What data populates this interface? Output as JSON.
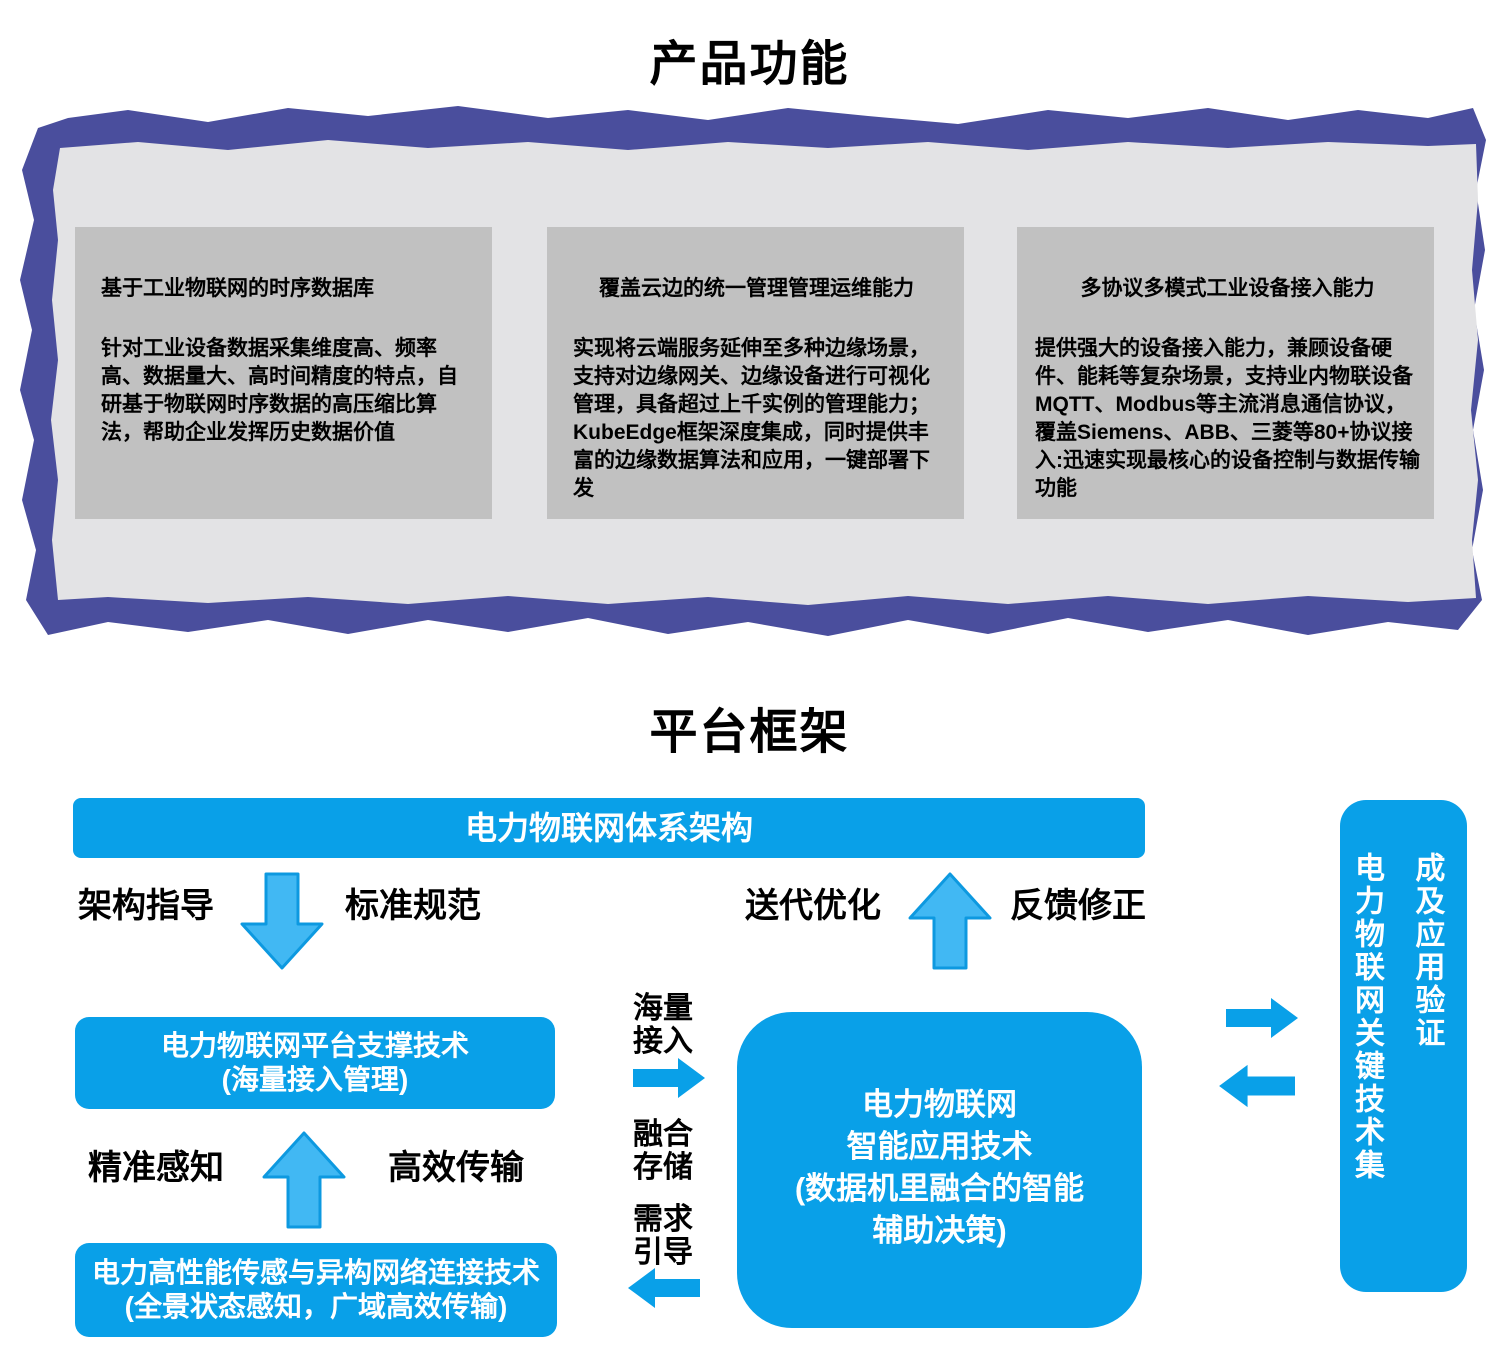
{
  "product": {
    "title": "产品功能",
    "frame_color": "#4a4e9d",
    "inner_bg": "#e3e3e5",
    "card_bg": "#c1c1c1",
    "cards": [
      {
        "heading": "基于工业物联网的时序数据库",
        "body": "针对工业设备数据采集维度高、频率高、数据量大、高时间精度的特点，自研基于物联网时序数据的高压缩比算法，帮助企业发挥历史数据价值"
      },
      {
        "heading": "覆盖云边的统一管理管理运维能力",
        "body": "实现将云端服务延伸至多种边缘场景，支持对边缘网关、边缘设备进行可视化管理，具备超过上千实例的管理能力；KubeEdge框架深度集成，同时提供丰富的边缘数据算法和应用，一键部署下发"
      },
      {
        "heading": "多协议多模式工业设备接入能力",
        "body": "提供强大的设备接入能力，兼顾设备硬件、能耗等复杂场景，支持业内物联设备MQTT、Modbus等主流消息通信协议，覆盖Siemens、ABB、三菱等80+协议接入:迅速实现最核心的设备控制与数据传输功能"
      }
    ]
  },
  "platform": {
    "title": "平台框架",
    "accent_color": "#09a0e8",
    "arrow_fill": "#41b8f3",
    "arrow_stroke": "#0d99e0",
    "top_bar": "电力物联网体系架构",
    "flow_labels": {
      "arch_guide": "架构指导",
      "standard_spec": "标准规范",
      "iterative_opt": "送代优化",
      "feedback_fix": "反馈修正",
      "precise_sense": "精准感知",
      "efficient_trans": "高效传输"
    },
    "mid_labels": {
      "massive": [
        "海量",
        "接入"
      ],
      "fusion": [
        "融合",
        "存储"
      ],
      "demand": [
        "需求",
        "引导"
      ]
    },
    "support_box": [
      "电力物联网平台支撑技术",
      "(海量接入管理)"
    ],
    "sensing_box": [
      "电力高性能传感与异构网络连接技术",
      "(全景状态感知，广域高效传输)"
    ],
    "central_box": [
      "电力物联网",
      "智能应用技术",
      "(数据机里融合的智能",
      "辅助决策)"
    ],
    "right_bar": [
      "电力物联网关键技术集",
      "成及应用验证"
    ]
  }
}
